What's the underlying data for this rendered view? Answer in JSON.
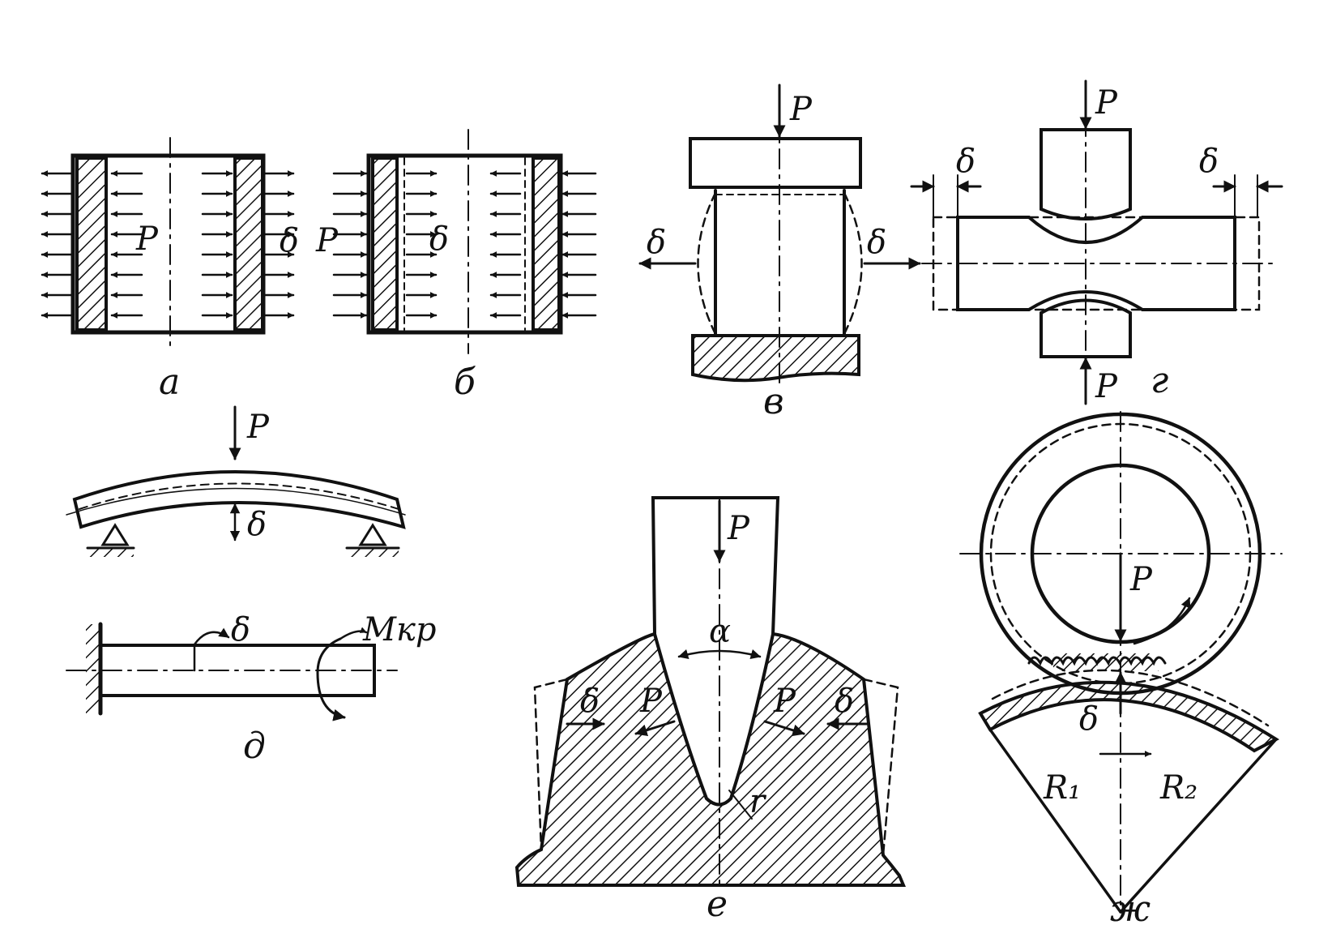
{
  "figure": {
    "colors": {
      "ink": "#111111",
      "paper": "#ffffff"
    },
    "panels": {
      "a": {
        "caption": "а",
        "labels": {
          "force": "P",
          "displacement": "δ"
        }
      },
      "b": {
        "caption": "б",
        "labels": {
          "force": "P",
          "displacement": "δ"
        }
      },
      "v": {
        "caption": "в",
        "labels": {
          "force": "P",
          "disp_left": "δ",
          "disp_right": "δ"
        }
      },
      "g": {
        "caption": "г",
        "labels": {
          "force_top": "P",
          "force_bottom": "P",
          "disp_left": "δ",
          "disp_right": "δ"
        }
      },
      "d": {
        "caption": "д",
        "labels": {
          "force": "P",
          "displacement": "δ",
          "twist": "δ",
          "moment": "Mкр"
        }
      },
      "e": {
        "caption": "е",
        "labels": {
          "force": "P",
          "angle": "α",
          "disp_left": "δ",
          "disp_right": "δ",
          "force_left": "P",
          "force_right": "P",
          "radius": "r"
        }
      },
      "zh": {
        "caption": "ж",
        "labels": {
          "force": "P",
          "displacement": "δ",
          "radius1": "R₁",
          "radius2": "R₂"
        }
      }
    }
  }
}
